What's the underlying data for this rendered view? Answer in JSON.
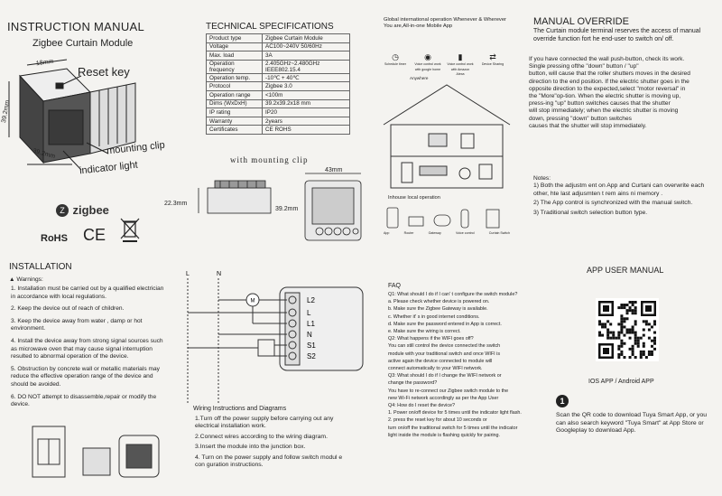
{
  "instruction": {
    "title": "INSTRUCTION MANUAL",
    "subtitle": "Zigbee Curtain Module",
    "diagram": {
      "dim_top": "18mm",
      "dim_side": "39.2mm",
      "dim_bottom": "39.2mm",
      "reset_key": "Reset key",
      "mounting_clip": "mounting clip",
      "indicator_light": "indicator light"
    }
  },
  "tech": {
    "title": "TECHNICAL SPECIFICATIONS",
    "rows": [
      [
        "Product type",
        "Zigbee Curtain Module"
      ],
      [
        "Voltage",
        "AC100~240V 50/60Hz"
      ],
      [
        "Max. load",
        "3A"
      ],
      [
        "Operation frequency",
        "2.405GHz~2.480GHz IEEE802.15.4"
      ],
      [
        "Operation temp.",
        "-10℃ + 40℃"
      ],
      [
        "Protocol",
        "Zigbee 3.0"
      ],
      [
        "Operation range",
        "<100m"
      ],
      [
        "Dims (WxDxH)",
        "39.2x39.2x18 mm"
      ],
      [
        "IP rating",
        "IP20"
      ],
      [
        "Warranty",
        "2years"
      ],
      [
        "Certificates",
        "CE ROHS"
      ]
    ]
  },
  "clip": {
    "label": "with mounting clip",
    "dim_width": "43mm",
    "dim_height": "22.3mm",
    "dim_front": "39.2mm"
  },
  "logos": {
    "zigbee": "zigbee",
    "rohs": "RoHS",
    "ce": "CE"
  },
  "global_op": {
    "title": "Global international operation Whenever & Wherever",
    "sub": "You are,All-in-one Mobile App",
    "icons": [
      "Schedule timer",
      "Voice control work with google home",
      "Voice control work with Amazon Alexa",
      "Device Sharing"
    ],
    "anywhere": "Anywhere",
    "inhouse": "Inhouse local operation",
    "bottom_labels": [
      "App",
      "Router",
      "Gateway",
      "Voice control",
      "Curtain Switch"
    ]
  },
  "manual": {
    "title": "MANUAL OVERRIDE",
    "intro": "The Curtain module terminal reserves the access of manual override function fort he end-user to switch on/ off.",
    "body": [
      "If you have connected the wall push-button, check its work.",
      "Single pressing ofthe \"down\" button / \"up\"",
      "button, will cause that the roller shutters moves in the desired",
      "direction to the end position. If the electric shutter goes in the",
      "opposite direction to the expected,select \"motor reversal\" in",
      "the \"More\"op-tion. When the electric shutter is moving up,",
      "press-ing \"up\" button switches causes that the shutter",
      "will stop immediately; when the electric shutter is moving",
      "down, pressing \"down\" button switches",
      "causes that the shutter will stop immediately."
    ],
    "notes_title": "Notes:",
    "notes": [
      "1) Both the adjustm ent on App and Curtani can overwrite each other, hte last adjusmten t rem ains ni memory .",
      "2) The App control is synchronized with the manual switch.",
      "3) Traditional switch selection button type."
    ]
  },
  "installation": {
    "title": "INSTALLATION",
    "warnings_title": "▲ Warnings:",
    "items": [
      "1. Installation must be carried out by a qualified electrician in accordance with local regulations.",
      "2. Keep the device out of reach of children.",
      "3. Keep the device away from water , damp or hot environment.",
      "4. Install the device away from strong signal sources such as microwave oven that may cause signal interruption resulted to abnormal operation of the device.",
      "5. Obstruction by concrete wall or metallic materials may reduce the effective operation range of the device and should be avoided.",
      "6. DO NOT attempt to disassemble,repair or modify the device."
    ]
  },
  "wiring": {
    "L": "L",
    "N": "N",
    "motor": "M",
    "terminals": [
      "L2",
      "L",
      "L1",
      "N",
      "S1",
      "S2"
    ],
    "title": "Wiring Instructions and Diagrams",
    "steps": [
      "1.Turn off the power supply before carrying out any electrical installation work.",
      "2.Connect wires according to the wiring diagram.",
      "3.Insert the module into the junction box.",
      "4. Turn on the power supply and follow switch modul e con guration instructions."
    ]
  },
  "faq": {
    "title": "FAQ",
    "lines": [
      "Q1: What should I do if I can' t configure the switch module?",
      "a. Please check whether device is powered on.",
      "b. Make sure the Zigbee Gateway is available.",
      "c. Whether it' s in good internet conditions.",
      "d. Make sure the password entered in App is correct.",
      "e. Make sure the wiring is correct.",
      "Q2: What happens if the WIFI goes off?",
      "You can still control the device connected the switch",
      "module with your traditional switch and once WIFI is",
      "active again the device connected to module will",
      "connect automatically to your WIFI network.",
      "Q3: What should I do if I change the WIFI network or",
      "change the password?",
      "You have to re-connect our Zigbee switch module to the",
      "new Wi-Fi network accordingly as per the App User",
      "Q4: How do I reset the device?",
      "1. Power on/off device for 5 times until the indicator light flash.",
      "2. press the reset key for about 10 seconds or",
      "turn on/off the traditional switch for 5 times until the indicator",
      "light inside the module is flashing quickly for pairing."
    ]
  },
  "app": {
    "title": "APP USER MANUAL",
    "qr_caption": "IOS APP / Android APP",
    "step_number": "1",
    "step_text": "Scan the QR code to download Tuya Smart App, or you can also search keyword \"Tuya Smart\" at App Store or Googleplay to download App."
  }
}
